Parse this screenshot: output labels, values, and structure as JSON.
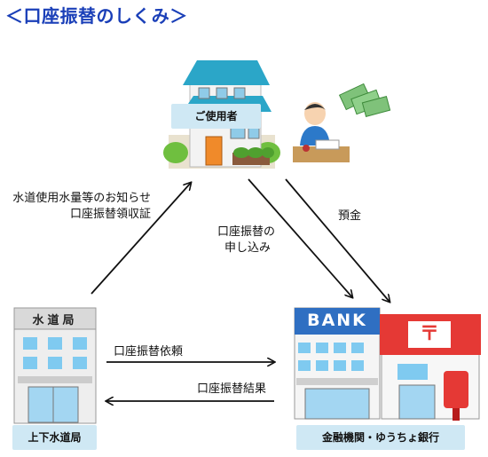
{
  "title": "＜口座振替のしくみ＞",
  "nodes": {
    "user": "ご使用者",
    "waterworks": "上下水道局",
    "banks": "金融機関・ゆうちょ銀行"
  },
  "signs": {
    "waterworks": "水道局",
    "bank": "BANK",
    "post": "〒"
  },
  "edges": {
    "notice_line1": "水道使用水量等のお知らせ",
    "notice_line2": "口座振替領収証",
    "application_line1": "口座振替の",
    "application_line2": "申し込み",
    "deposit": "預金",
    "request": "口座振替依頼",
    "result": "口座振替結果"
  },
  "colors": {
    "title": "#1a3fb8",
    "label_bg": "#cfe8f4",
    "bank_blue": "#2f6fc2",
    "post_red": "#e53935",
    "roof": "#2ba6c8"
  }
}
